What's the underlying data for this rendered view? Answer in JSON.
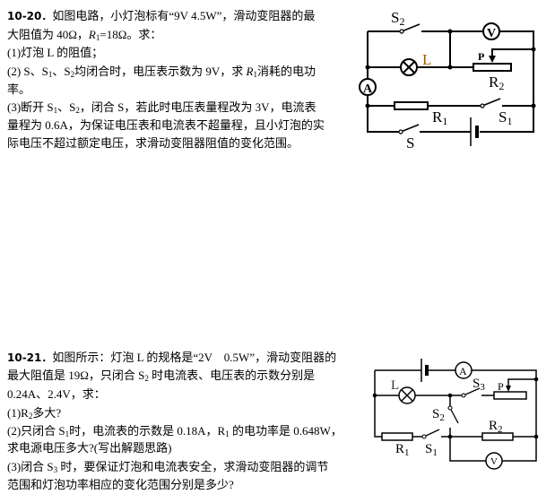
{
  "problem1": {
    "number": "10-20．",
    "lines": [
      [
        "如图电路，小灯泡标有“9V 4.5W”，滑动变阻器的最"
      ],
      [
        "大阻值为 40Ω，",
        "R",
        "1",
        "=18Ω。求："
      ],
      [
        "(1)灯泡 L 的阻值；"
      ],
      [
        "(2) S、S",
        "1",
        "、S",
        "2",
        "均闭合时，电压表示数为 9V，求 ",
        "R",
        "1",
        "消耗的电功"
      ],
      [
        "率。"
      ],
      [
        "(3)断开 S",
        "1",
        "、S",
        "2",
        "，闭合 S，若此时电压表量程改为 3V，电流表"
      ],
      [
        "量程为 0.6A，为保证电压表和电流表不超量程，且小灯泡的实"
      ],
      [
        "际电压不超过额定电压，求滑动变阻器阻值的变化范围。"
      ]
    ],
    "diagram": {
      "S2": "S",
      "S2_sub": "2",
      "V": "V",
      "L": "L",
      "P": "P",
      "R2": "R",
      "R2_sub": "2",
      "A": "A",
      "R1": "R",
      "R1_sub": "1",
      "S1": "S",
      "S1_sub": "1",
      "S": "S"
    }
  },
  "problem2": {
    "number": "10-21．",
    "lines": [
      [
        "如图所示：灯泡 L 的规格是“2V　0.5W”，滑动变阻器的"
      ],
      [
        "最大阻值是 19Ω，只闭合 S",
        "2",
        " 时电流表、电压表的示数分别是"
      ],
      [
        "0.24A、2.4V，求："
      ],
      [
        "(1)R",
        "2",
        "多大?"
      ],
      [
        "(2)只闭合 S",
        "1",
        "时，电流表的示数是 0.18A，R",
        "1",
        " 的电功率是 0.648W，"
      ],
      [
        "求电源电压多大?(写出解题思路)"
      ],
      [
        "(3)闭合 S",
        "3",
        " 时，要保证灯泡和电流表安全，求滑动变阻器的调节"
      ],
      [
        "范围和灯泡功率相应的变化范围分别是多少?"
      ]
    ],
    "diagram": {
      "A": "A",
      "L": "L",
      "S3": "S",
      "S3_sub": "3",
      "P": "P",
      "S2": "S",
      "S2_sub": "2",
      "R2": "R",
      "R2_sub": "2",
      "R1": "R",
      "R1_sub": "1",
      "S1": "S",
      "S1_sub": "1",
      "V": "V"
    }
  }
}
